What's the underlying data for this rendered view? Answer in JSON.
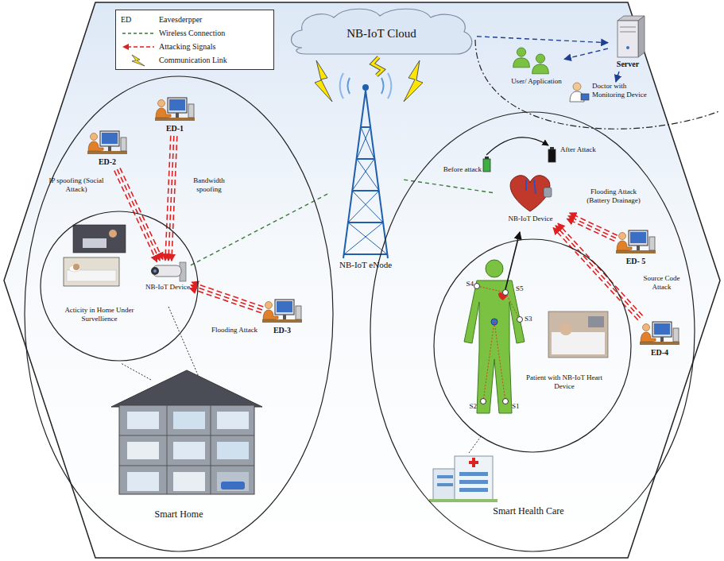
{
  "diagram": {
    "nodes": [
      {
        "text": [
          "NB-IoT Cloud"
        ]
      },
      {
        "text": [
          "Server"
        ]
      },
      {
        "text": [
          "User/ Application"
        ]
      },
      {
        "text": [
          "Doctor with Monitoring Device"
        ]
      },
      {
        "text": [
          "NB-IoT eNode"
        ]
      },
      {
        "text": [
          "Smart Home"
        ]
      },
      {
        "text": [
          "Acticity in Home Under Survellience"
        ],
        "in": 5
      },
      {
        "text": [
          "NB-IoT Device"
        ],
        "in": 6
      },
      {
        "text": [
          "ED-2"
        ],
        "in": 5
      },
      {
        "text": [
          "ED-1"
        ],
        "in": 5
      },
      {
        "text": [
          "ED-3"
        ],
        "in": 5
      },
      {
        "text": [
          "Smart Health Care"
        ]
      },
      {
        "text": [
          "Patient with NB-IoT Heart Device"
        ],
        "in": 11
      },
      {
        "text": [
          "NB-IoT Device"
        ],
        "in": 11
      },
      {
        "text": [
          "ED- 5"
        ],
        "in": 11
      },
      {
        "text": [
          "ED-4"
        ],
        "in": 11
      }
    ],
    "edges": [
      {
        "from": 4,
        "to": 0,
        "arrow": "none"
      },
      {
        "from": 0,
        "to": 1,
        "arrow": "to"
      },
      {
        "from": 1,
        "to": 2,
        "arrow": "to"
      },
      {
        "from": 1,
        "to": 3,
        "arrow": "to"
      },
      {
        "from": 7,
        "to": 4,
        "arrow": "none"
      },
      {
        "from": 13,
        "to": 4,
        "arrow": "none"
      },
      {
        "from": 8,
        "to": 7,
        "label": "IP spoofing (Social Attack)",
        "arrow": "to"
      },
      {
        "from": 9,
        "to": 7,
        "label": "Bandwidth spoofing",
        "arrow": "to"
      },
      {
        "from": 10,
        "to": 7,
        "label": "Flooding Attack",
        "arrow": "to"
      },
      {
        "from": 14,
        "to": 13,
        "label": "Flooding Attack (Battery Drainage)",
        "arrow": "to"
      },
      {
        "from": 15,
        "to": 13,
        "label": "Source Code Attack",
        "arrow": "to"
      }
    ],
    "labels": [
      "ED",
      "After Attack",
      "Before attack",
      "S5",
      "S4",
      "S3",
      "S2",
      "S1"
    ],
    "legend": [
      {
        "text": "Eavesderpper"
      },
      {
        "text": "Wireless Connection"
      },
      {
        "text": "Attacking Signals"
      },
      {
        "text": "Communication Link"
      }
    ]
  }
}
